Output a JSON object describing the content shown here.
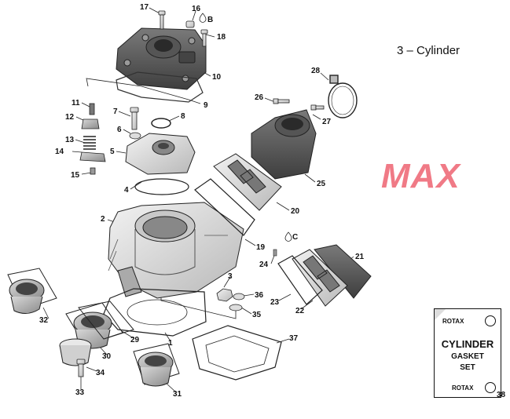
{
  "diagram": {
    "title": "3 – Cylinder",
    "watermark": "MAX",
    "gasket_kit": {
      "brand_top": "ROTAX",
      "line1": "CYLINDER",
      "line2": "GASKET",
      "line3": "SET",
      "brand_bottom": "ROTAX",
      "callout": "38"
    },
    "callouts": [
      {
        "id": "c17",
        "label": "17"
      },
      {
        "id": "c16",
        "label": "16"
      },
      {
        "id": "cB",
        "label": "B"
      },
      {
        "id": "c18",
        "label": "18"
      },
      {
        "id": "c10",
        "label": "10"
      },
      {
        "id": "c9",
        "label": "9"
      },
      {
        "id": "c11",
        "label": "11"
      },
      {
        "id": "c7",
        "label": "7"
      },
      {
        "id": "c8",
        "label": "8"
      },
      {
        "id": "c12",
        "label": "12"
      },
      {
        "id": "c6",
        "label": "6"
      },
      {
        "id": "c13",
        "label": "13"
      },
      {
        "id": "c14",
        "label": "14"
      },
      {
        "id": "c5",
        "label": "5"
      },
      {
        "id": "c15",
        "label": "15"
      },
      {
        "id": "c4",
        "label": "4"
      },
      {
        "id": "c28",
        "label": "28"
      },
      {
        "id": "c26",
        "label": "26"
      },
      {
        "id": "c27",
        "label": "27"
      },
      {
        "id": "c25",
        "label": "25"
      },
      {
        "id": "c20",
        "label": "20"
      },
      {
        "id": "c2",
        "label": "2"
      },
      {
        "id": "c19",
        "label": "19"
      },
      {
        "id": "cC",
        "label": "C"
      },
      {
        "id": "c24",
        "label": "24"
      },
      {
        "id": "c21",
        "label": "21"
      },
      {
        "id": "c3",
        "label": "3"
      },
      {
        "id": "c36",
        "label": "36"
      },
      {
        "id": "c23",
        "label": "23"
      },
      {
        "id": "c22",
        "label": "22"
      },
      {
        "id": "c35",
        "label": "35"
      },
      {
        "id": "c32",
        "label": "32"
      },
      {
        "id": "c29",
        "label": "29"
      },
      {
        "id": "c1",
        "label": "1"
      },
      {
        "id": "c37",
        "label": "37"
      },
      {
        "id": "c30",
        "label": "30"
      },
      {
        "id": "c34",
        "label": "34"
      },
      {
        "id": "c33",
        "label": "33"
      },
      {
        "id": "c31",
        "label": "31"
      }
    ]
  }
}
